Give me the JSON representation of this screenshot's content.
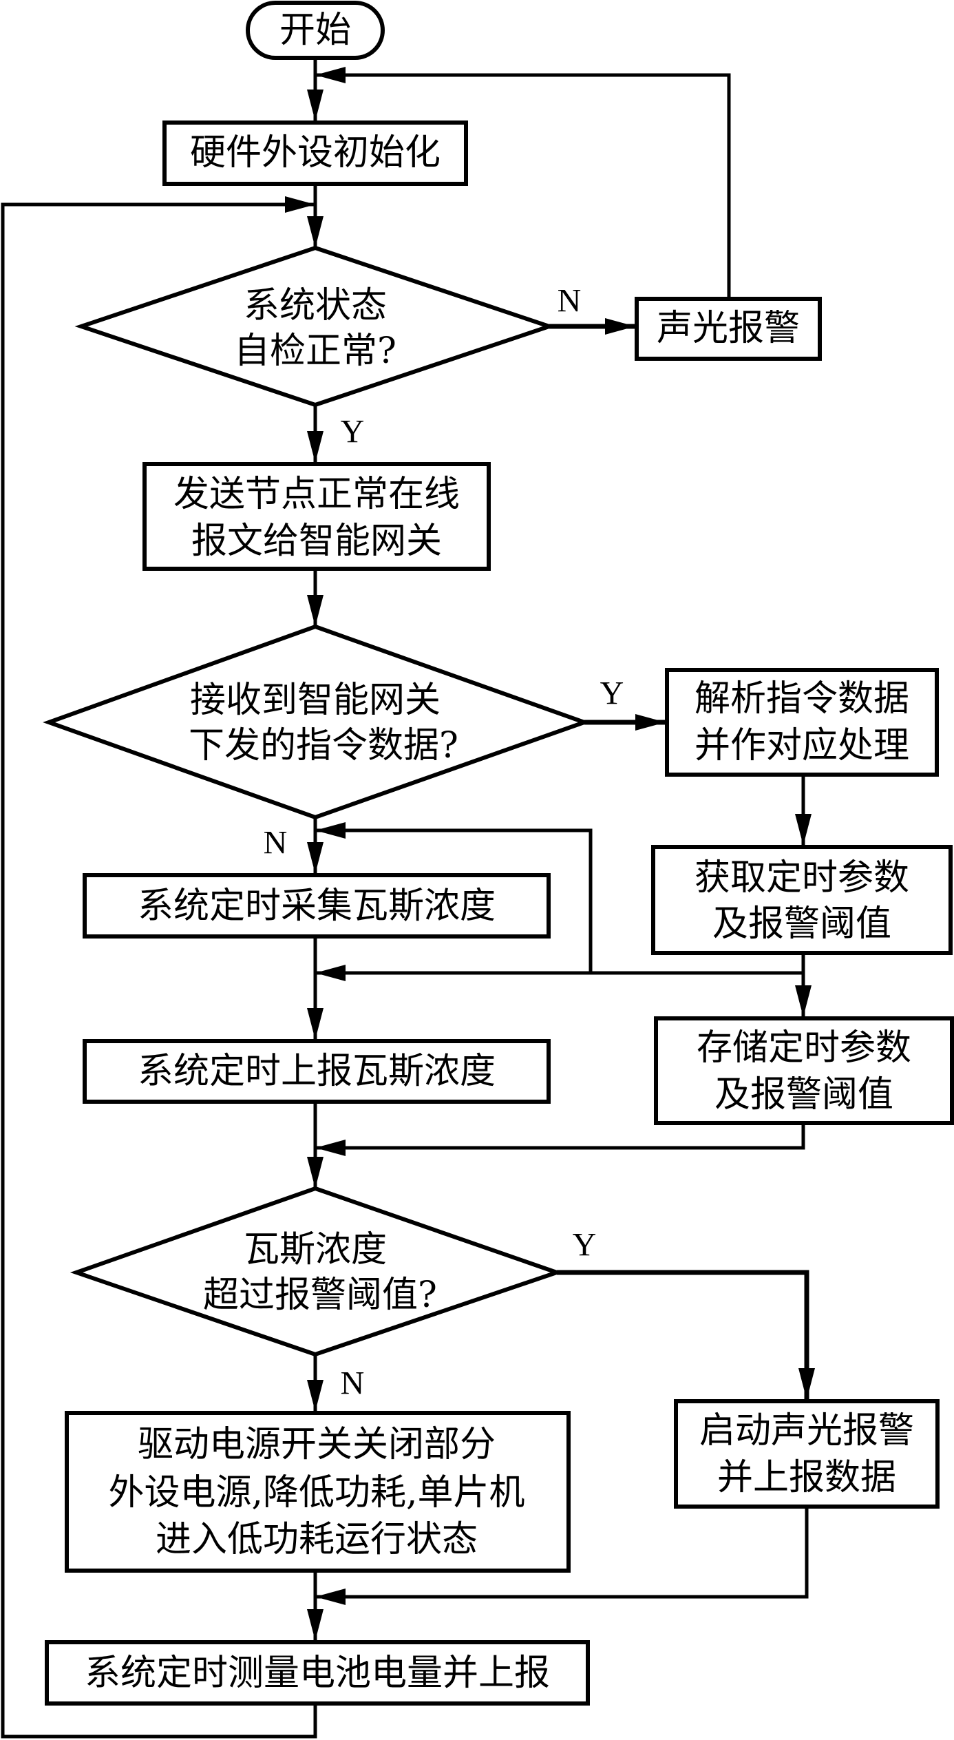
{
  "diagram": {
    "type": "flowchart",
    "colors": {
      "stroke": "#000000",
      "fill": "#ffffff",
      "text": "#000000"
    },
    "nodes": {
      "start": {
        "shape": "terminator",
        "lines": [
          "开始"
        ]
      },
      "init": {
        "shape": "process",
        "lines": [
          "硬件外设初始化"
        ]
      },
      "self_check": {
        "shape": "decision",
        "lines": [
          "系统状态",
          "自检正常?"
        ]
      },
      "alarm1": {
        "shape": "process",
        "lines": [
          "声光报警"
        ]
      },
      "send_online": {
        "shape": "process",
        "lines": [
          "发送节点正常在线",
          "报文给智能网关"
        ]
      },
      "recv_cmd": {
        "shape": "decision",
        "lines": [
          "接收到智能网关",
          "下发的指令数据?"
        ]
      },
      "parse_cmd": {
        "shape": "process",
        "lines": [
          "解析指令数据",
          "并作对应处理"
        ]
      },
      "get_params": {
        "shape": "process",
        "lines": [
          "获取定时参数",
          "及报警阈值"
        ]
      },
      "collect": {
        "shape": "process",
        "lines": [
          "系统定时采集瓦斯浓度"
        ]
      },
      "store_params": {
        "shape": "process",
        "lines": [
          "存储定时参数",
          "及报警阈值"
        ]
      },
      "report": {
        "shape": "process",
        "lines": [
          "系统定时上报瓦斯浓度"
        ]
      },
      "threshold": {
        "shape": "decision",
        "lines": [
          "瓦斯浓度",
          "超过报警阈值?"
        ]
      },
      "low_power": {
        "shape": "process",
        "lines": [
          "驱动电源开关关闭部分",
          "外设电源,降低功耗,单片机",
          "进入低功耗运行状态"
        ]
      },
      "alarm2": {
        "shape": "process",
        "lines": [
          "启动声光报警",
          "并上报数据"
        ]
      },
      "battery": {
        "shape": "process",
        "lines": [
          "系统定时测量电池电量并上报"
        ]
      }
    },
    "edge_labels": {
      "self_check_no": "N",
      "self_check_yes": "Y",
      "recv_cmd_yes": "Y",
      "recv_cmd_no": "N",
      "threshold_yes": "Y",
      "threshold_no": "N"
    },
    "edges": [
      {
        "from": "start",
        "to": "init"
      },
      {
        "from": "init",
        "to": "self_check"
      },
      {
        "from": "self_check",
        "to": "alarm1",
        "label": "N"
      },
      {
        "from": "alarm1",
        "to": "init"
      },
      {
        "from": "self_check",
        "to": "send_online",
        "label": "Y"
      },
      {
        "from": "send_online",
        "to": "recv_cmd"
      },
      {
        "from": "recv_cmd",
        "to": "parse_cmd",
        "label": "Y"
      },
      {
        "from": "recv_cmd",
        "to": "collect",
        "label": "N"
      },
      {
        "from": "parse_cmd",
        "to": "get_params"
      },
      {
        "from": "get_params",
        "to": "collect"
      },
      {
        "from": "get_params",
        "to": "report"
      },
      {
        "from": "get_params",
        "to": "store_params"
      },
      {
        "from": "collect",
        "to": "report"
      },
      {
        "from": "store_params",
        "to": "threshold"
      },
      {
        "from": "report",
        "to": "threshold"
      },
      {
        "from": "threshold",
        "to": "alarm2",
        "label": "Y"
      },
      {
        "from": "threshold",
        "to": "low_power",
        "label": "N"
      },
      {
        "from": "alarm2",
        "to": "battery"
      },
      {
        "from": "low_power",
        "to": "battery"
      },
      {
        "from": "battery",
        "to": "self_check"
      }
    ]
  }
}
